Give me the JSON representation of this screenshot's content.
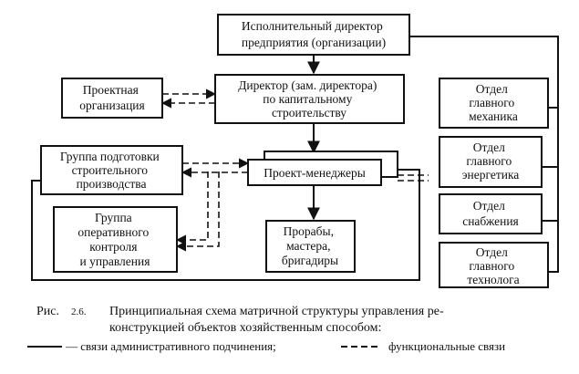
{
  "nodes": {
    "exec": [
      "Исполнительный директор",
      "предприятия (организации)"
    ],
    "director": [
      "Директор (зам. директора)",
      "по капитальному",
      "строительству"
    ],
    "design": [
      "Проектная",
      "организация"
    ],
    "prep": [
      "Группа подготовки",
      "строительного",
      "производства"
    ],
    "pm": [
      "Проект-менеджеры"
    ],
    "oper": [
      "Группа",
      "оперативного",
      "контроля",
      "и управления"
    ],
    "foremen": [
      "Прорабы,",
      "мастера,",
      "бригадиры"
    ],
    "mech": [
      "Отдел",
      "главного",
      "механика"
    ],
    "energy": [
      "Отдел",
      "главного",
      "энергетика"
    ],
    "supply": [
      "Отдел",
      "снабжения"
    ],
    "tech": [
      "Отдел",
      "главного",
      "технолога"
    ]
  },
  "caption": {
    "prefix": "Рис.",
    "number": "2.6.",
    "line1": "Принципиальная схема матричной структуры управления ре-",
    "line2": "конструкцией объектов хозяйственным способом:"
  },
  "legend": {
    "solid": "— связи административного подчинения;",
    "dashed": "функциональные связи"
  }
}
